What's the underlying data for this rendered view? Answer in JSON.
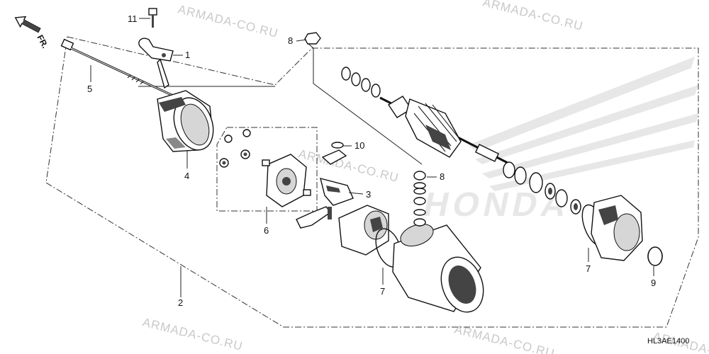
{
  "diagram": {
    "orientation_label": "FR.",
    "drawing_code": "HL3AE1400",
    "watermark": [
      "ARMADA-CO.RU",
      "ARMADA-CO.RU",
      "ARMADA-CO.RU",
      "ARMADA-CO.RU",
      "ARMADA-CO.RU",
      "ARMADA-CO.RU"
    ],
    "brand_logo": "HONDA",
    "callouts": [
      "11",
      "1",
      "5",
      "4",
      "6",
      "8",
      "10",
      "8",
      "3",
      "7",
      "7",
      "9",
      "2"
    ]
  }
}
